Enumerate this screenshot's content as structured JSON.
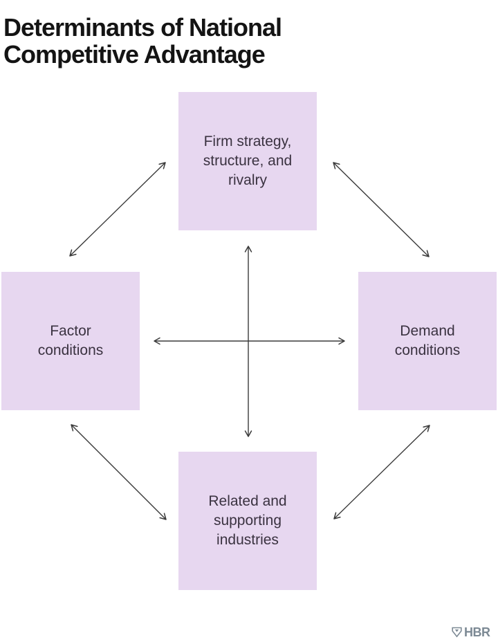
{
  "title": {
    "text": "Determinants of National Competitive Advantage",
    "lines": [
      "Determinants of National",
      "Competitive Advantage"
    ]
  },
  "diagram": {
    "boxes": {
      "top": {
        "label": "Firm strategy, structure, and rivalry",
        "lines": [
          "Firm strategy,",
          "structure, and",
          "rivalry"
        ]
      },
      "left": {
        "label": "Factor conditions",
        "lines": [
          "Factor",
          "conditions"
        ]
      },
      "right": {
        "label": "Demand conditions",
        "lines": [
          "Demand",
          "conditions"
        ]
      },
      "bottom": {
        "label": "Related and supporting industries",
        "lines": [
          "Related and",
          "supporting",
          "industries"
        ]
      }
    },
    "connections": [
      "Firm strategy, structure, and rivalry <-> Factor conditions",
      "Firm strategy, structure, and rivalry <-> Demand conditions",
      "Firm strategy, structure, and rivalry <-> Related and supporting industries",
      "Factor conditions <-> Demand conditions",
      "Factor conditions <-> Related and supporting industries",
      "Demand conditions <-> Related and supporting industries"
    ]
  },
  "colors": {
    "box_fill": "#e7d7f0",
    "box_text": "#3a3240",
    "title_text": "#141414",
    "arrow": "#3a3a3a",
    "logo": "#7c8994",
    "background": "#ffffff"
  },
  "logo": {
    "brand": "HBR"
  }
}
